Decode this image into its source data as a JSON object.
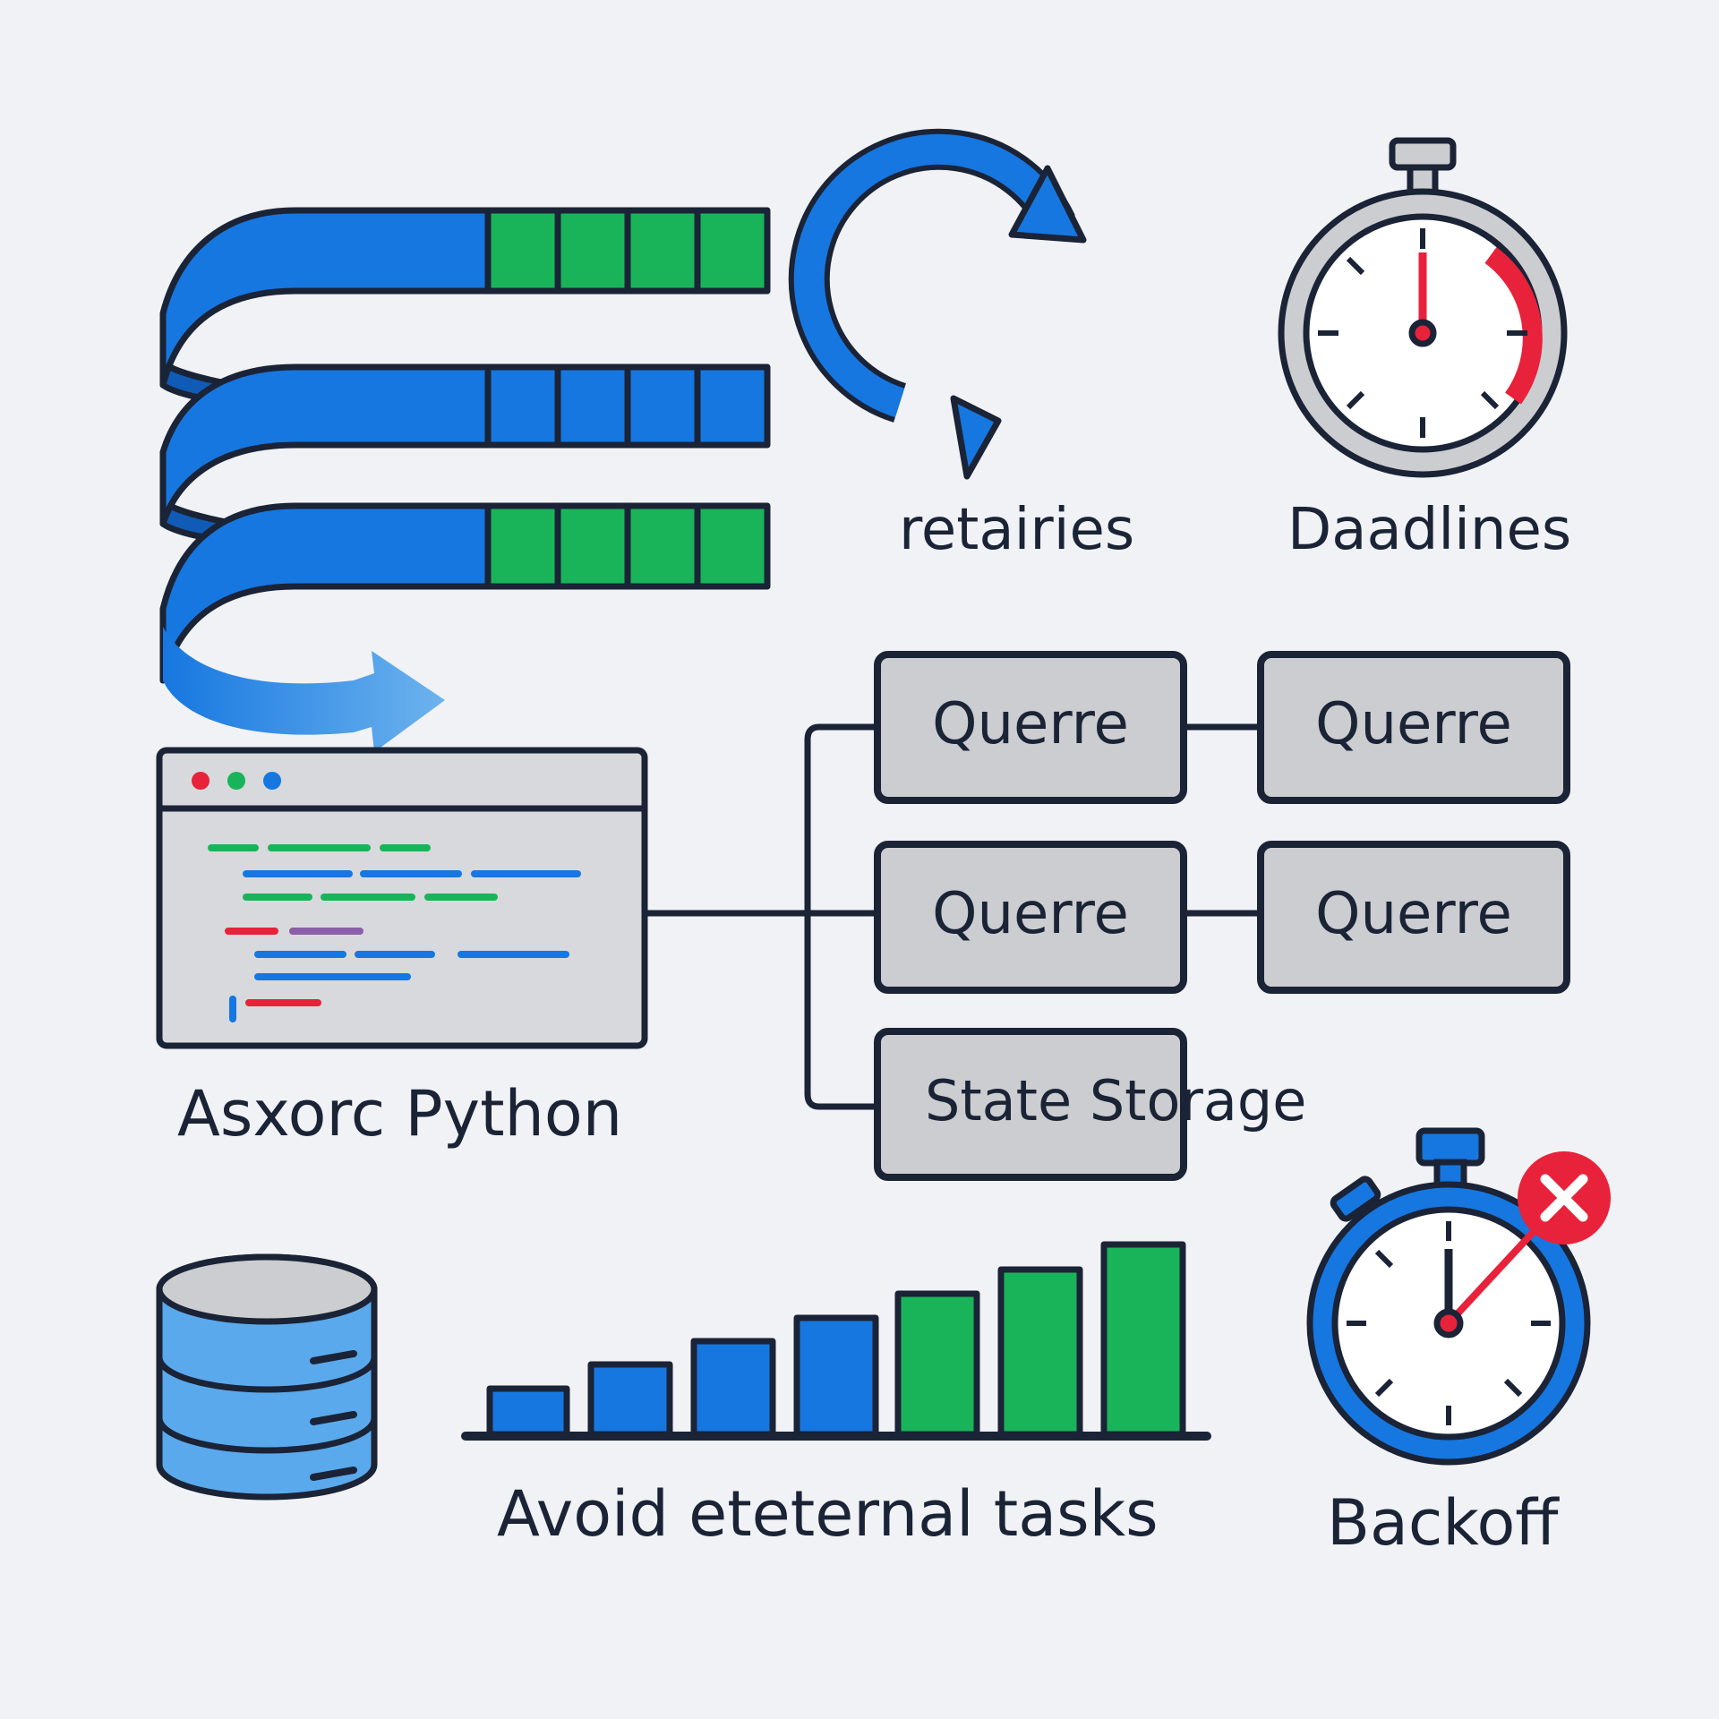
{
  "labels": {
    "retries": "retairies",
    "deadlines": "Daadlines",
    "asyncio": "Asxorc Python",
    "avoid": "Avoid eteternal tasks",
    "backoff": "Backoff"
  },
  "queue_boxes": [
    {
      "label": "Querre"
    },
    {
      "label": "Querre"
    },
    {
      "label": "Querre"
    },
    {
      "label": "Querre"
    }
  ],
  "storage_box": {
    "label": "State Storage"
  },
  "icons": {
    "spiral_queue": "spiral-queue-icon",
    "retry": "retry-cycle-icon",
    "deadline": "stopwatch-icon",
    "code_window": "code-window-icon",
    "database": "database-icon",
    "bar_growth": "bar-chart-icon",
    "backoff_timer": "stopwatch-cancel-icon"
  },
  "colors": {
    "background": "#f0f2f5",
    "blue": "#1677e0",
    "light_blue": "#5aa9ec",
    "green": "#19b45a",
    "red": "#e8223a",
    "gray_fill": "#cccdd0",
    "outline": "#1b2336"
  }
}
